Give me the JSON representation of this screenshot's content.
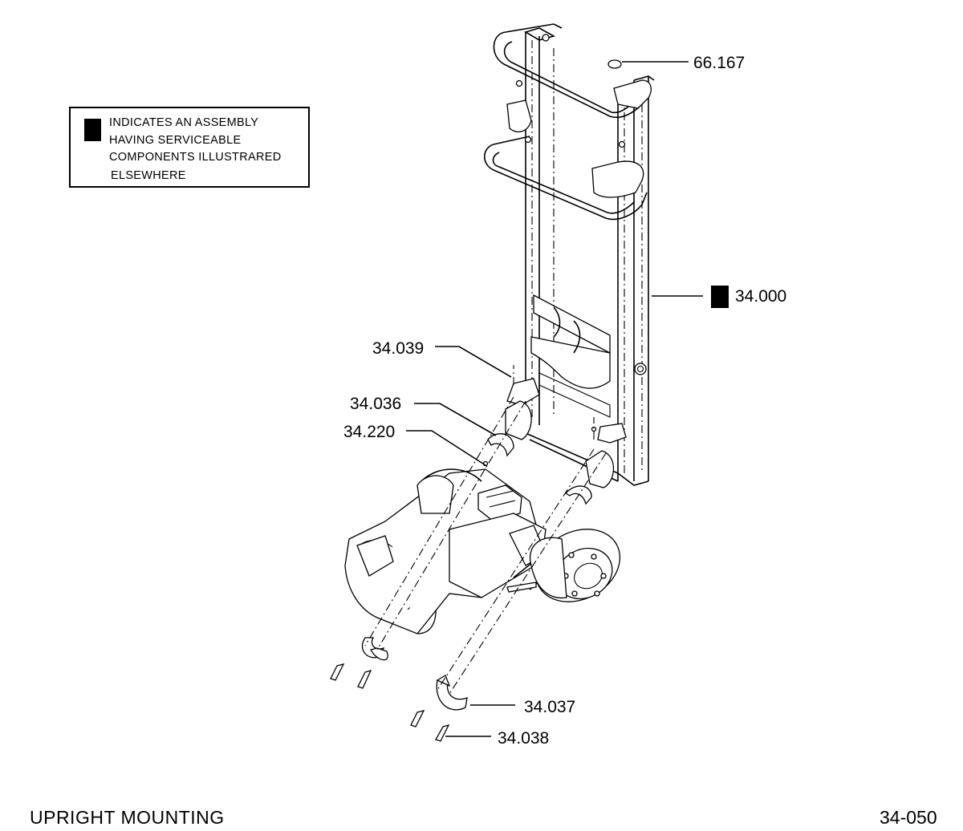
{
  "legend": {
    "lines": [
      "INDICATES AN ASSEMBLY",
      "HAVING SERVICEABLE",
      "COMPONENTS ILLUSTRARED",
      "ELSEWHERE"
    ]
  },
  "callouts": {
    "c66167": "66.167",
    "c34000": "34.000",
    "c34039": "34.039",
    "c34036": "34.036",
    "c34220": "34.220",
    "c34037": "34.037",
    "c34038": "34.038"
  },
  "footer": {
    "title": "UPRIGHT  MOUNTING",
    "page_number": "34-050"
  }
}
